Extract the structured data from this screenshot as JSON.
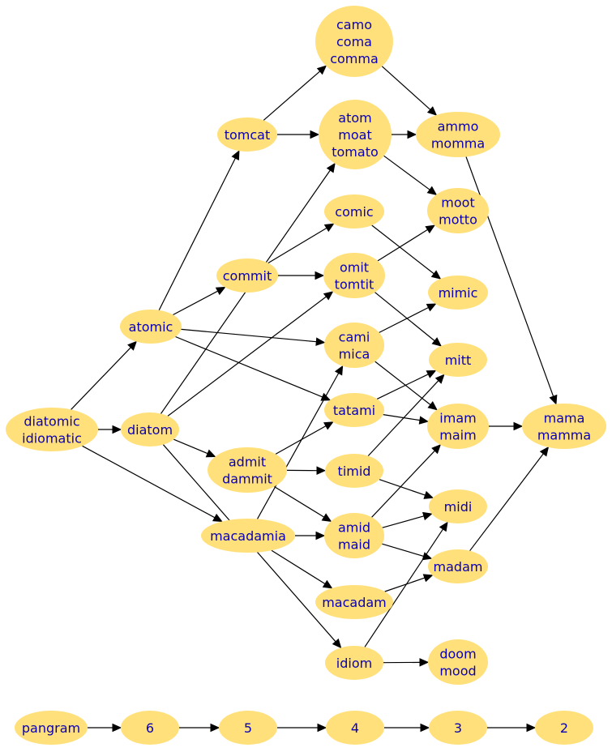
{
  "nodes": {
    "diatomic": {
      "lines": [
        "diatomic",
        "idiomatic"
      ]
    },
    "atomic": {
      "lines": [
        "atomic"
      ]
    },
    "diatom": {
      "lines": [
        "diatom"
      ]
    },
    "tomcat": {
      "lines": [
        "tomcat"
      ]
    },
    "commit": {
      "lines": [
        "commit"
      ]
    },
    "admit": {
      "lines": [
        "admit",
        "dammit"
      ]
    },
    "macadamia": {
      "lines": [
        "macadamia"
      ]
    },
    "camo": {
      "lines": [
        "camo",
        "coma",
        "comma"
      ]
    },
    "atom": {
      "lines": [
        "atom",
        "moat",
        "tomato"
      ]
    },
    "comic": {
      "lines": [
        "comic"
      ]
    },
    "omit": {
      "lines": [
        "omit",
        "tomtit"
      ]
    },
    "cami": {
      "lines": [
        "cami",
        "mica"
      ]
    },
    "tatami": {
      "lines": [
        "tatami"
      ]
    },
    "timid": {
      "lines": [
        "timid"
      ]
    },
    "amid": {
      "lines": [
        "amid",
        "maid"
      ]
    },
    "macadam": {
      "lines": [
        "macadam"
      ]
    },
    "idiom": {
      "lines": [
        "idiom"
      ]
    },
    "ammo": {
      "lines": [
        "ammo",
        "momma"
      ]
    },
    "moot": {
      "lines": [
        "moot",
        "motto"
      ]
    },
    "mimic": {
      "lines": [
        "mimic"
      ]
    },
    "mitt": {
      "lines": [
        "mitt"
      ]
    },
    "imam": {
      "lines": [
        "imam",
        "maim"
      ]
    },
    "midi": {
      "lines": [
        "midi"
      ]
    },
    "madam": {
      "lines": [
        "madam"
      ]
    },
    "doom": {
      "lines": [
        "doom",
        "mood"
      ]
    },
    "mama": {
      "lines": [
        "mama",
        "mamma"
      ]
    },
    "pangram": {
      "lines": [
        "pangram"
      ]
    },
    "six": {
      "lines": [
        "6"
      ]
    },
    "five": {
      "lines": [
        "5"
      ]
    },
    "four": {
      "lines": [
        "4"
      ]
    },
    "three": {
      "lines": [
        "3"
      ]
    },
    "two": {
      "lines": [
        "2"
      ]
    }
  },
  "edges": [
    [
      "diatomic",
      "atomic"
    ],
    [
      "diatomic",
      "diatom"
    ],
    [
      "diatomic",
      "macadamia"
    ],
    [
      "atomic",
      "tomcat"
    ],
    [
      "atomic",
      "commit"
    ],
    [
      "atomic",
      "cami"
    ],
    [
      "atomic",
      "tatami"
    ],
    [
      "diatom",
      "atom"
    ],
    [
      "diatom",
      "omit"
    ],
    [
      "diatom",
      "admit"
    ],
    [
      "diatom",
      "idiom"
    ],
    [
      "tomcat",
      "camo"
    ],
    [
      "tomcat",
      "atom"
    ],
    [
      "commit",
      "comic"
    ],
    [
      "commit",
      "omit"
    ],
    [
      "admit",
      "tatami"
    ],
    [
      "admit",
      "timid"
    ],
    [
      "admit",
      "amid"
    ],
    [
      "macadamia",
      "cami"
    ],
    [
      "macadamia",
      "amid"
    ],
    [
      "macadamia",
      "macadam"
    ],
    [
      "camo",
      "ammo"
    ],
    [
      "atom",
      "ammo"
    ],
    [
      "atom",
      "moot"
    ],
    [
      "comic",
      "mimic"
    ],
    [
      "omit",
      "moot"
    ],
    [
      "omit",
      "mitt"
    ],
    [
      "cami",
      "mimic"
    ],
    [
      "cami",
      "imam"
    ],
    [
      "tatami",
      "mitt"
    ],
    [
      "tatami",
      "imam"
    ],
    [
      "timid",
      "mitt"
    ],
    [
      "timid",
      "midi"
    ],
    [
      "amid",
      "imam"
    ],
    [
      "amid",
      "midi"
    ],
    [
      "amid",
      "madam"
    ],
    [
      "macadam",
      "madam"
    ],
    [
      "idiom",
      "midi"
    ],
    [
      "idiom",
      "doom"
    ],
    [
      "ammo",
      "mama"
    ],
    [
      "imam",
      "mama"
    ],
    [
      "madam",
      "mama"
    ],
    [
      "pangram",
      "six"
    ],
    [
      "six",
      "five"
    ],
    [
      "five",
      "four"
    ],
    [
      "four",
      "three"
    ],
    [
      "three",
      "two"
    ]
  ]
}
